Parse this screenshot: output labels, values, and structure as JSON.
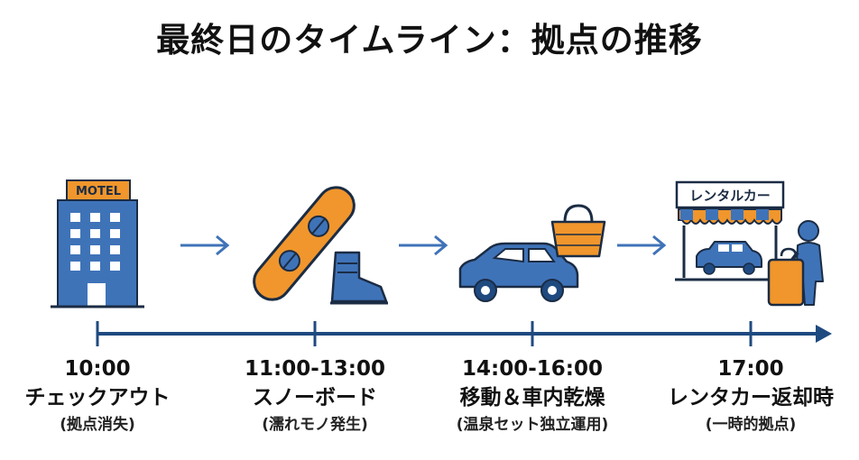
{
  "title": "最終日のタイムライン：拠点の推移",
  "steps": [
    {
      "time": "10:00",
      "activity": "チェックアウト",
      "note": "(拠点消失)",
      "icon": "hotel-icon"
    },
    {
      "time": "11:00-13:00",
      "activity": "スノーボード",
      "note": "(濡れモノ発生)",
      "icon": "snowboard-icon"
    },
    {
      "time": "14:00-16:00",
      "activity": "移動＆車内乾燥",
      "note": "(温泉セット独立運用)",
      "icon": "car-icon"
    },
    {
      "time": "17:00",
      "activity": "レンタカー返却時",
      "note": "(一時的拠点)",
      "icon": "rental-shop-icon"
    }
  ],
  "hotel_sign": "MOTEL",
  "rental_sign": "レンタルカー",
  "colors": {
    "accent": "#f0962c",
    "blue": "#3f73b8",
    "navy": "#1f4a80",
    "dark": "#1b2c44"
  }
}
